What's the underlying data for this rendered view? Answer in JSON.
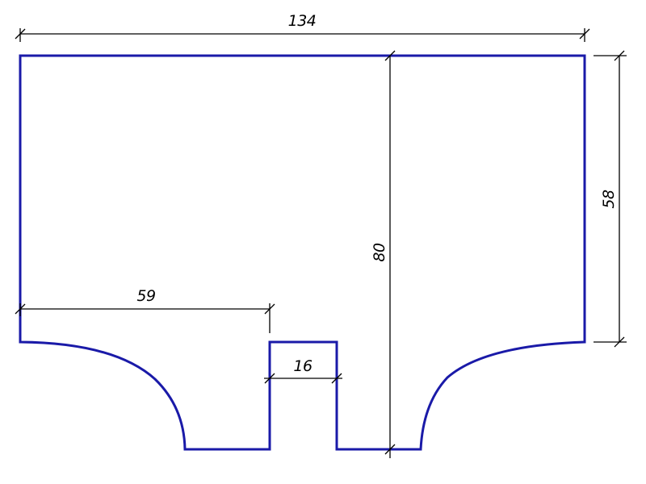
{
  "colors": {
    "outline": "#1a1aa8",
    "dimension": "#000000",
    "background": "#ffffff"
  },
  "dimensions": {
    "total_width": "134",
    "right_height": "58",
    "total_height": "80",
    "left_notch": "59",
    "slot_width": "16"
  }
}
